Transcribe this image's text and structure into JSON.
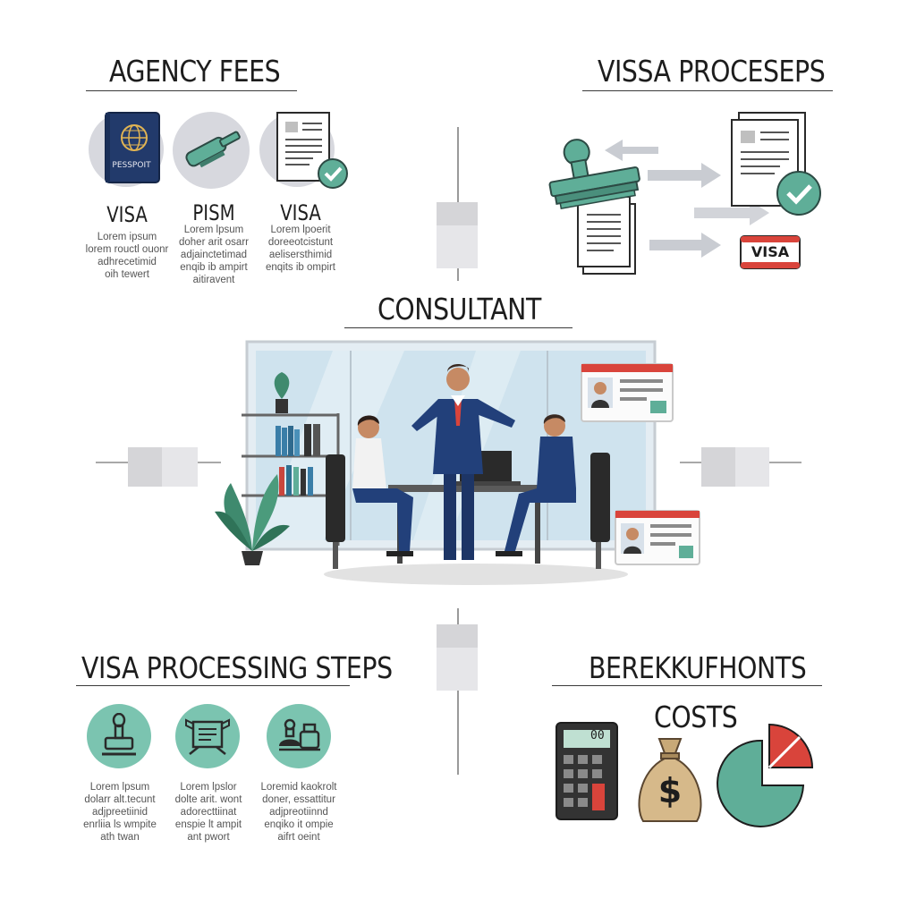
{
  "colors": {
    "teal": "#5fae98",
    "teal_light": "#7bc4b0",
    "navy": "#223a6b",
    "red": "#d9443b",
    "grey_circle": "#d7d8de",
    "text_dark": "#1d1d1d"
  },
  "agency_fees": {
    "title": "AGENCY FEES",
    "items": [
      {
        "icon": "passport-icon",
        "passport_text": "PESSPOIT",
        "label": "VISA",
        "lines": [
          "Lorem ipsum",
          "lorem rouctl ouonr",
          "adhrecetimid",
          "oih tewert"
        ]
      },
      {
        "icon": "stamp-icon",
        "label": "PISM",
        "lines": [
          "Lorem lpsum",
          "doher arit osarr",
          "adjainctetimad",
          "enqib ib ampirt",
          "aitiravent"
        ]
      },
      {
        "icon": "document-check-icon",
        "label": "VISA",
        "lines": [
          "Lorem lpoerit",
          "doreeotcistunt",
          "aelisersthimid",
          "enqits ib ompirt"
        ]
      }
    ]
  },
  "visa_process": {
    "title": "VISSA PROCESEPS",
    "badge": "VISA"
  },
  "consultant": {
    "title": "CONSULTANT"
  },
  "processing_steps": {
    "title": "VISA PROCESSING STEPS",
    "items": [
      {
        "icon": "stamp-icon",
        "lines": [
          "Lorem lpsum",
          "dolarr alt.tecunt",
          "adjpreetiinid",
          "enrliia ls wmpite",
          "ath twan"
        ]
      },
      {
        "icon": "document-scroll-icon",
        "lines": [
          "Lorem lpslor",
          "dolte arit. wont",
          "adorecttiinat",
          "enspie lt ampit",
          "ant pwort"
        ]
      },
      {
        "icon": "stamp-set-icon",
        "lines": [
          "Loremid kaokrolt",
          "doner, essattitur",
          "adjpreotiinnd",
          "enqiko it ompie",
          "aifrt oeint"
        ]
      }
    ]
  },
  "costs": {
    "title": "BEREKKUFHONTS",
    "subtitle": "COSTS",
    "calculator_display": "00",
    "bag_symbol": "$"
  }
}
